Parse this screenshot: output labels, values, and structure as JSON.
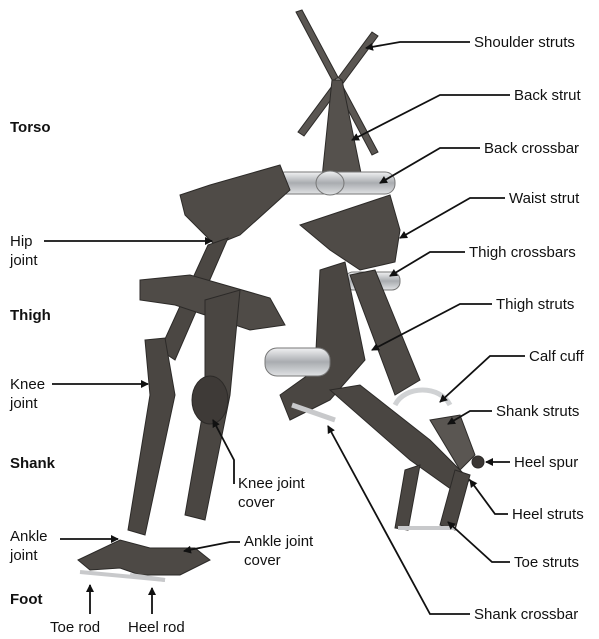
{
  "sections": {
    "torso": "Torso",
    "thigh": "Thigh",
    "shank": "Shank",
    "foot": "Foot"
  },
  "left_labels": {
    "hip_joint": [
      "Hip",
      "joint"
    ],
    "knee_joint": [
      "Knee",
      "joint"
    ],
    "ankle_joint": [
      "Ankle",
      "joint"
    ]
  },
  "center_labels": {
    "knee_joint_cover": [
      "Knee joint",
      "cover"
    ],
    "ankle_joint_cover": [
      "Ankle joint",
      "cover"
    ],
    "toe_rod": "Toe rod",
    "heel_rod": "Heel rod"
  },
  "right_labels": {
    "shoulder_struts": "Shoulder struts",
    "back_strut": "Back strut",
    "back_crossbar": "Back crossbar",
    "waist_strut": "Waist strut",
    "thigh_crossbars": "Thigh crossbars",
    "thigh_struts": "Thigh struts",
    "calf_cuff": "Calf cuff",
    "shank_struts": "Shank struts",
    "heel_spur": "Heel spur",
    "heel_struts": "Heel struts",
    "toe_struts": "Toe struts",
    "shank_crossbar": "Shank crossbar"
  },
  "colors": {
    "metal_dark": "#4a4642",
    "metal_mid": "#6b6661",
    "metal_light": "#b9b6b2",
    "chrome": "#d7d9db",
    "label_text": "#111111"
  }
}
